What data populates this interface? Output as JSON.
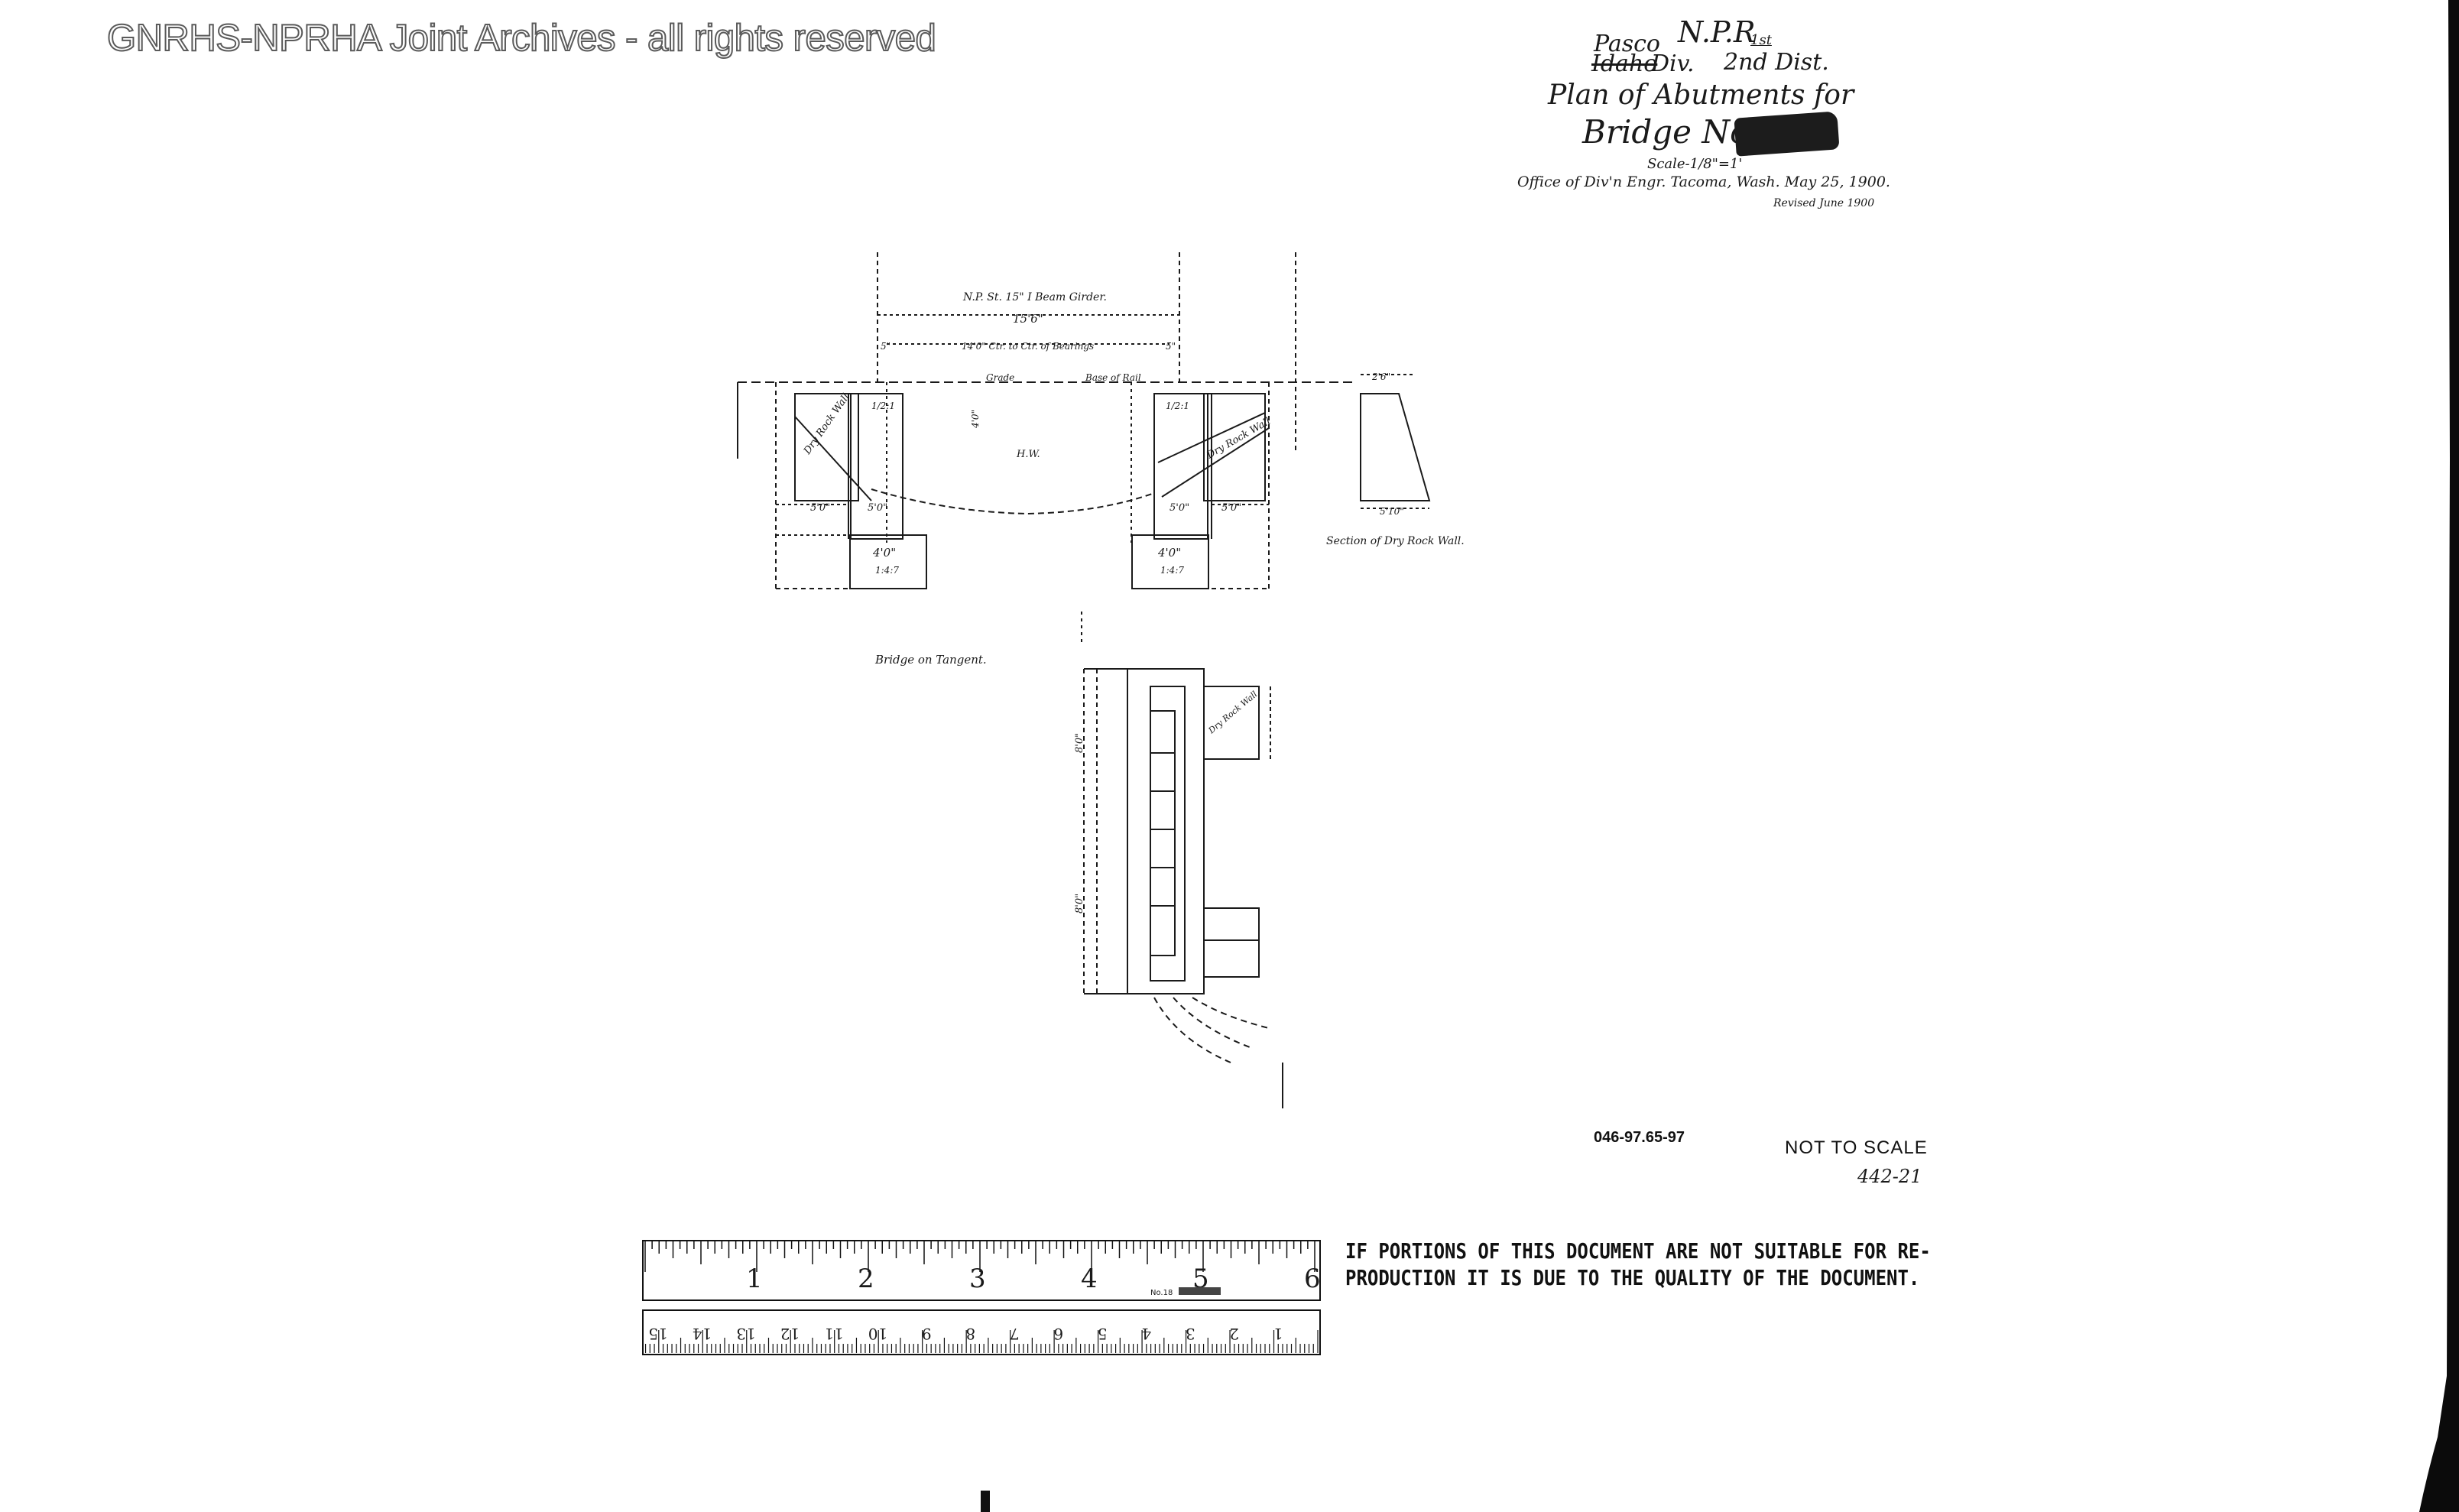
{
  "watermark": "GNRHS-NPRHA Joint Archives - all rights reserved",
  "title_block": {
    "location": "Pasco",
    "railway": "N.P.R",
    "railway_suffix": "1st",
    "division_struck": "Idaho",
    "division_word": "Div.",
    "district": "2nd Dist.",
    "plan_title": "Plan of Abutments for",
    "bridge": "Bridge No.",
    "scale": "Scale-1/8\"=1'",
    "office": "Office of Div'n Engr. Tacoma, Wash. May 25, 1900.",
    "revised": "Revised June 1900"
  },
  "drawing": {
    "girder": "N.P. St. 15\" I Beam Girder.",
    "girder_length": "15'6\"",
    "bearings": "14'0\" Ctr. to Ctr. of Bearings",
    "dim_5a": "5\"",
    "dim_5b": "5\"",
    "grade": "Grade",
    "base_of_rail": "Base of Rail",
    "hw": "H.W.",
    "dry_rock_wall_left": "Dry Rock Wall",
    "dry_rock_wall_right": "Dry Rock Wall",
    "slope_left": "1/2:1",
    "slope_right": "1/2:1",
    "dim_5_0_a": "5'0\"",
    "dim_5_0_b": "5'0\"",
    "dim_5_0_c": "5'0\"",
    "dim_5_0_d": "5'0\"",
    "footing_left": "4'0\"",
    "footing_right": "4'0\"",
    "mix_left": "1:4:7",
    "mix_right": "1:4:7",
    "dim_4_0": "4'0\"",
    "wall_top": "2'6\"",
    "wall_bottom": "5'10\"",
    "section_label": "Section of Dry Rock Wall.",
    "bridge_tangent": "Bridge on Tangent.",
    "plan_wall": "Dry Rock Wall",
    "plan_dim_8a": "8'0\"",
    "plan_dim_8b": "8'0\""
  },
  "drawing_number": "046-97.65-97",
  "not_to_scale": "NOT TO SCALE",
  "sheet_ref": "442-21",
  "ruler": {
    "inch_labels": [
      "1",
      "2",
      "3",
      "4",
      "5",
      "6"
    ],
    "cm_labels": [
      "1",
      "2",
      "3",
      "4",
      "5",
      "6",
      "7",
      "8",
      "9",
      "10",
      "11",
      "12",
      "13",
      "14",
      "15"
    ],
    "model": "No.18"
  },
  "notice_line1": "IF PORTIONS OF THIS DOCUMENT ARE NOT SUITABLE FOR RE-",
  "notice_line2": "PRODUCTION IT IS DUE TO THE QUALITY OF THE DOCUMENT."
}
